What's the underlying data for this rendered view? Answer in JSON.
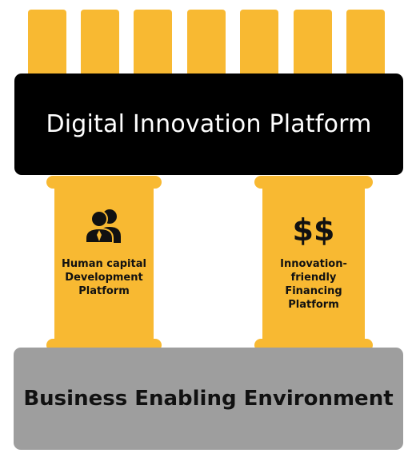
{
  "top_bar": {
    "title": "Digital Innovation Platform"
  },
  "pillars": [
    {
      "icon": "people-icon",
      "label_lines": [
        "Human capital",
        "Development",
        "Platform"
      ]
    },
    {
      "icon_text": "$$",
      "label_lines": [
        "Innovation-",
        "friendly",
        "Financing",
        "Platform"
      ]
    }
  ],
  "base_bar": {
    "title": "Business Enabling Environment"
  },
  "colors": {
    "pillar": "#F8B932",
    "top_bar": "#000000",
    "base_bar": "#9E9E9E"
  }
}
